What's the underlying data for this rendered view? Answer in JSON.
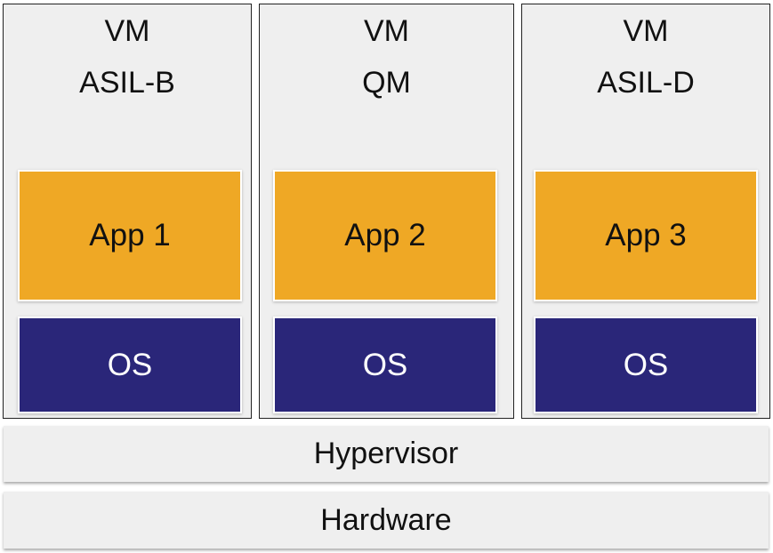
{
  "vms": [
    {
      "title": "VM",
      "level": "ASIL-B",
      "app": "App 1",
      "os": "OS"
    },
    {
      "title": "VM",
      "level": "QM",
      "app": "App 2",
      "os": "OS"
    },
    {
      "title": "VM",
      "level": "ASIL-D",
      "app": "App 3",
      "os": "OS"
    }
  ],
  "layers": {
    "hypervisor": "Hypervisor",
    "hardware": "Hardware"
  },
  "colors": {
    "vm_background": "#efefef",
    "app_fill": "#efa825",
    "os_fill": "#2a2679",
    "os_text": "#ffffff",
    "layer_background": "#efefef"
  }
}
